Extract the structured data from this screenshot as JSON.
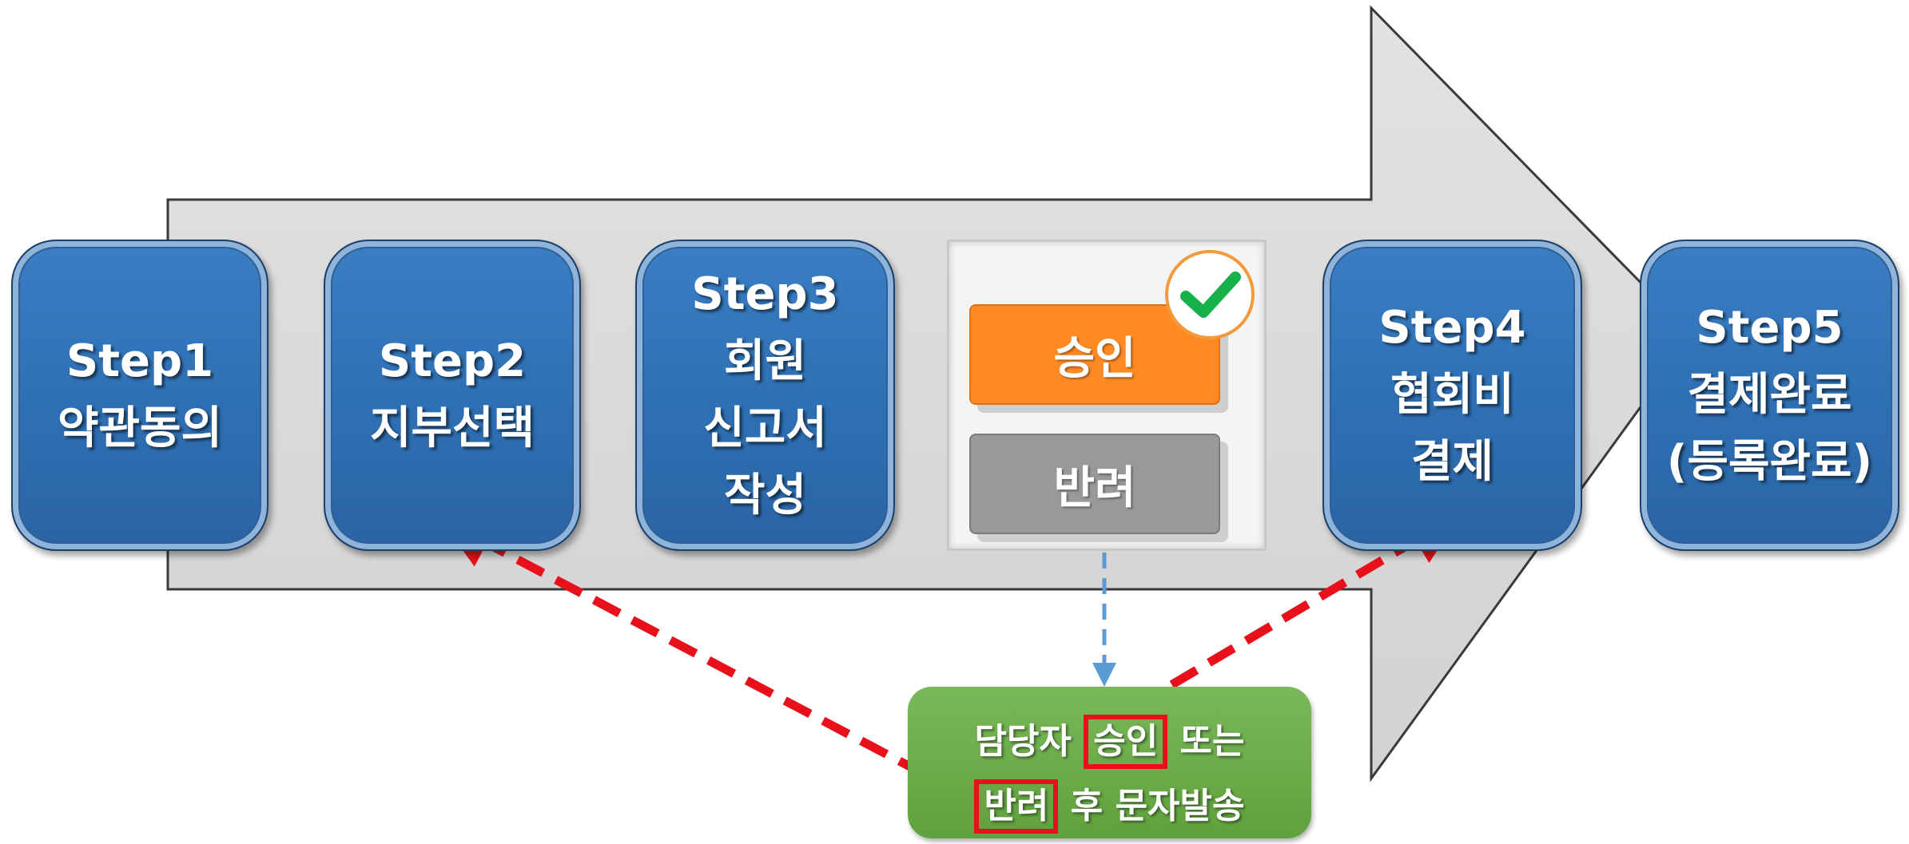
{
  "steps": [
    {
      "lines": [
        "Step1",
        "약관동의"
      ]
    },
    {
      "lines": [
        "Step2",
        "지부선택"
      ]
    },
    {
      "lines": [
        "Step3",
        "회원",
        "신고서",
        "작성"
      ]
    },
    {
      "lines": [
        "Step4",
        "협회비",
        "결제"
      ]
    },
    {
      "lines": [
        "Step5",
        "결제완료",
        "(등록완료)"
      ]
    }
  ],
  "review_panel": {
    "approve_label": "승인",
    "reject_label": "반려",
    "check_icon": "checkmark-icon"
  },
  "notice": {
    "line1_prefix": "담당자",
    "line1_highlight": "승인",
    "line1_suffix": "또는",
    "line2_highlight": "반려",
    "line2_suffix": "후 문자발송"
  },
  "colors": {
    "step_blue": "#2e6fb3",
    "arrow_gray": "#d9d9d9",
    "approve_orange": "#ff8a24",
    "reject_gray": "#999999",
    "notice_green": "#6aaa48",
    "dashed_red": "#e8101a",
    "dashed_blue": "#5b9bd5",
    "check_green": "#16b14a"
  }
}
